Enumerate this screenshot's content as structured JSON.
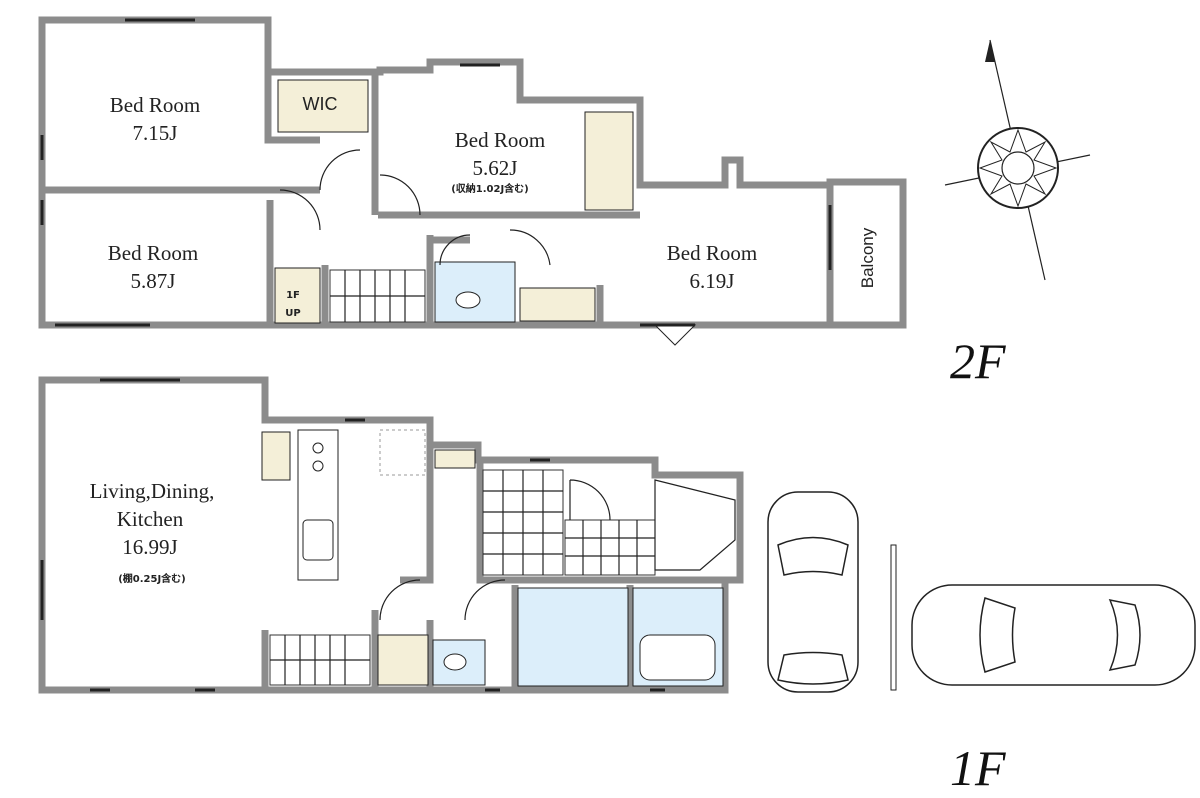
{
  "floors": {
    "second": {
      "label": "2F",
      "rooms": [
        {
          "name": "Bed Room",
          "size": "7.15J"
        },
        {
          "name": "Bed Room",
          "size": "5.62J",
          "note": "(収納1.02J含む)"
        },
        {
          "name": "Bed Room",
          "size": "5.87J"
        },
        {
          "name": "Bed Room",
          "size": "6.19J"
        }
      ],
      "wic": "WIC",
      "balcony": "Balcony",
      "stair_mark": [
        "1F",
        "UP"
      ]
    },
    "first": {
      "label": "1F",
      "ldk": {
        "line1": "Living,Dining,",
        "line2": "Kitchen",
        "size": "16.99J",
        "note": "(棚0.25J含む)"
      }
    }
  },
  "colors": {
    "wall": "#8c8c8c",
    "storage": "#f4efd8",
    "wet_area": "#dceefa"
  }
}
